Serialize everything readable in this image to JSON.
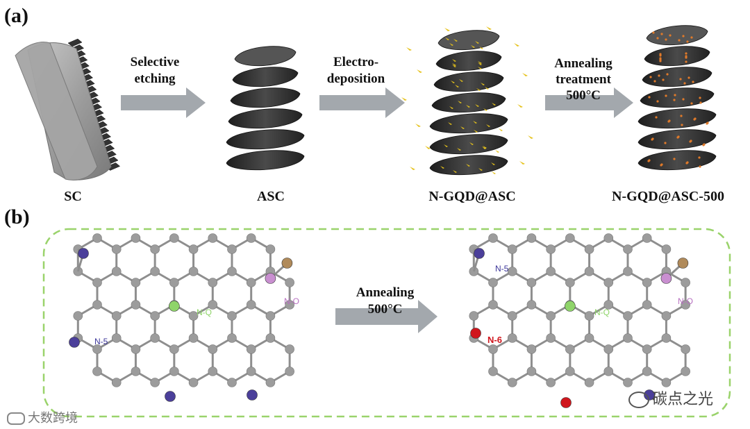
{
  "panel_a": {
    "label": "(a)",
    "stages": [
      "SC",
      "ASC",
      "N-GQD@ASC",
      "N-GQD@ASC-500"
    ],
    "arrows": [
      {
        "line1": "Selective",
        "line2": "etching",
        "line3": ""
      },
      {
        "line1": "Electro-",
        "line2": "deposition",
        "line3": ""
      },
      {
        "line1": "Annealing",
        "line2": "treatment",
        "line3": "500°C"
      }
    ]
  },
  "panel_b": {
    "label": "(b)",
    "arrow": {
      "line1": "Annealing",
      "line2": "500°C"
    },
    "left_labels": {
      "n5": "N-5",
      "nq": "N-Q",
      "no": "N-O"
    },
    "right_labels": {
      "n5": "N-5",
      "n6": "N-6",
      "nq": "N-Q",
      "no": "N-O"
    }
  },
  "watermarks": {
    "left": "大数跨境",
    "right": "碳点之光"
  },
  "colors": {
    "carbon": "#9c9c9c",
    "pyrrolic_n": "#4b3f9a",
    "pyridinic_n": "#d0161d",
    "graphitic_n": "#8fd46a",
    "oxidized_n": "#c98fd0",
    "oxygen": "#b08a5a",
    "dashed_border": "#9ad36b",
    "arrow": "#a3a8ad"
  }
}
